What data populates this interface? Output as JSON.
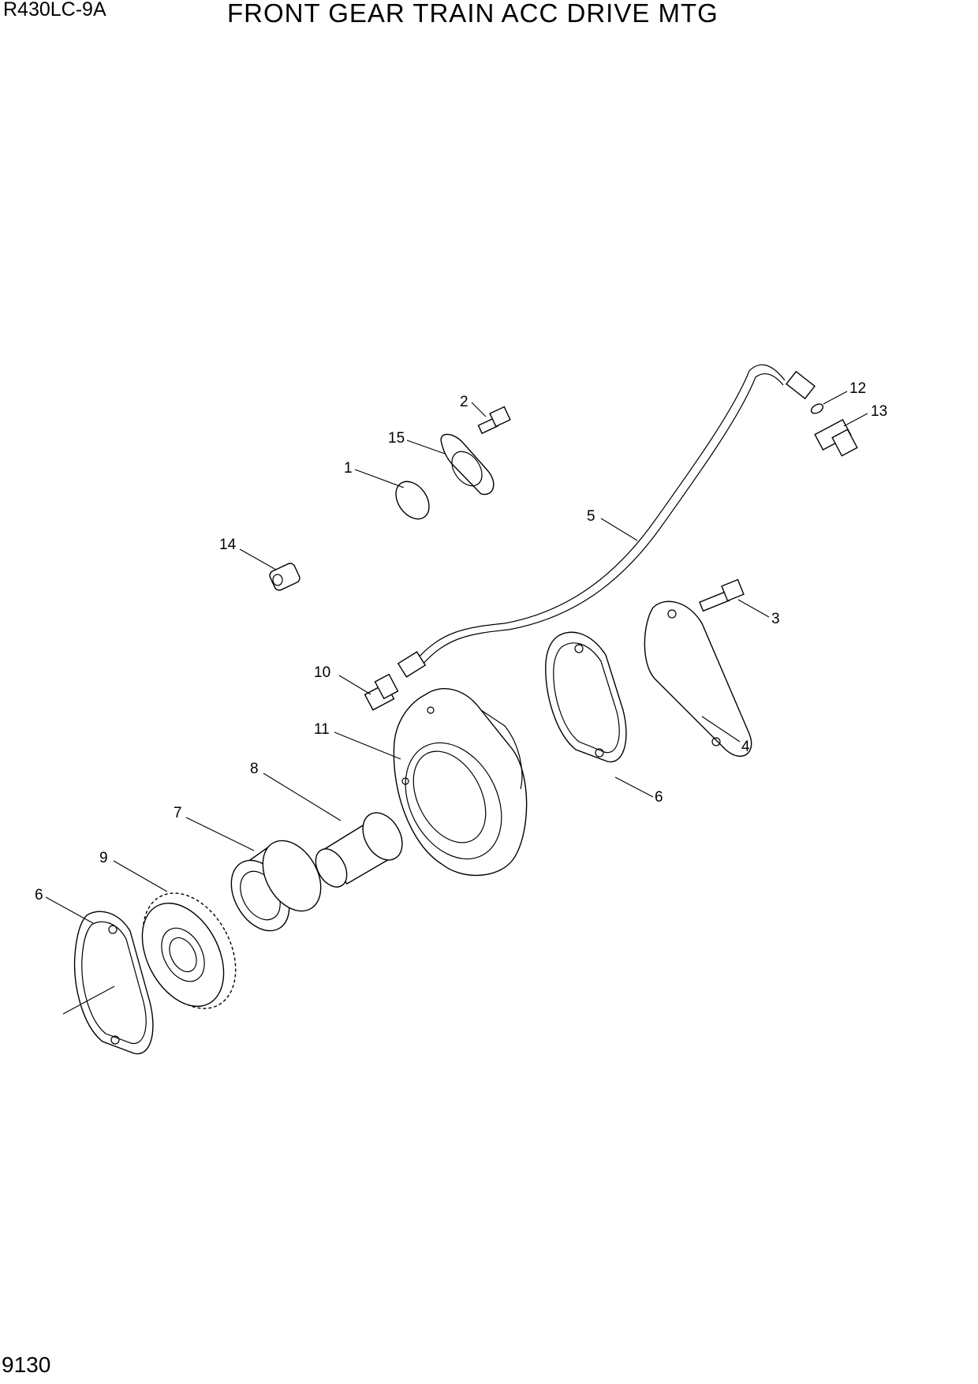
{
  "header": {
    "model": "R430LC-9A",
    "title": "FRONT GEAR TRAIN ACC DRIVE MTG"
  },
  "footer": {
    "page_number": "9130"
  },
  "callouts": {
    "c1": "1",
    "c2": "2",
    "c3": "3",
    "c4": "4",
    "c5": "5",
    "c6a": "6",
    "c6b": "6",
    "c7": "7",
    "c8": "8",
    "c9": "9",
    "c10": "10",
    "c11": "11",
    "c12": "12",
    "c13": "13",
    "c14": "14",
    "c15": "15"
  }
}
